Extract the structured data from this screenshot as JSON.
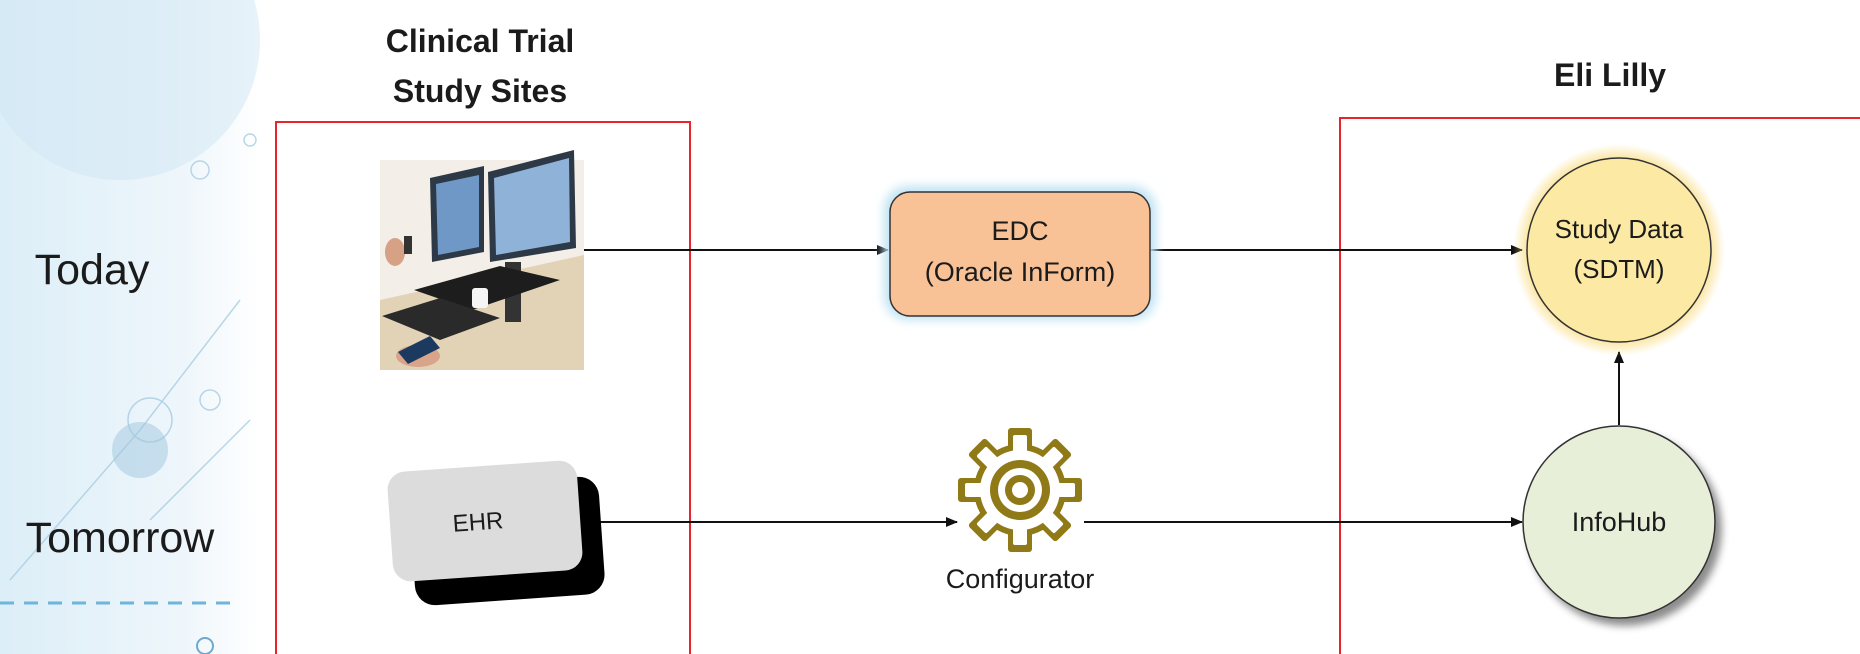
{
  "row_labels": {
    "today": "Today",
    "tomorrow": "Tomorrow"
  },
  "sites": {
    "title_line1": "Clinical Trial",
    "title_line2": "Study Sites"
  },
  "lilly": {
    "title": "Eli Lilly"
  },
  "edc": {
    "line1": "EDC",
    "line2": "(Oracle InForm)",
    "fill": "#f8c196",
    "glow": "#bfe3f3"
  },
  "ehr": {
    "label": "EHR"
  },
  "configurator": {
    "label": "Configurator",
    "gear_color": "#8f7a17"
  },
  "study_data": {
    "line1": "Study Data",
    "line2": "(SDTM)",
    "fill": "#fce9a3",
    "glow": "#f8d25a"
  },
  "infohub": {
    "label": "InfoHub",
    "fill": "#e7efd9"
  },
  "colors": {
    "frame": "#e8242c",
    "line": "#111111"
  }
}
